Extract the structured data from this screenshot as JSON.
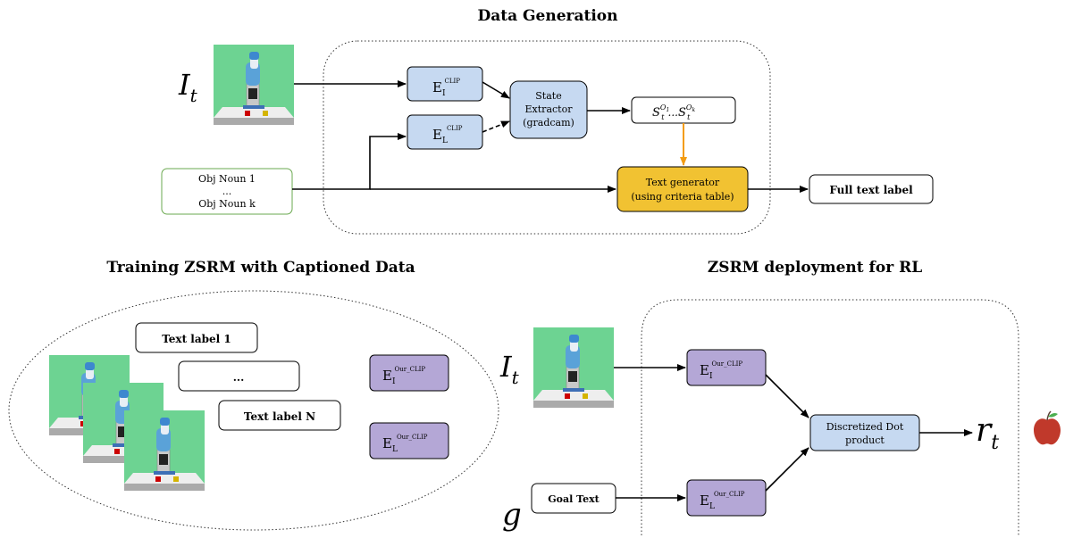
{
  "sections": {
    "data_generation": "Data Generation",
    "training": "Training ZSRM with Captioned Data",
    "deployment": "ZSRM deployment for RL"
  },
  "math": {
    "image_sym": "I",
    "time_sub": "t",
    "goal_sym": "g",
    "reward_sym": "r",
    "state_sym": "S",
    "state_sup_1": "O",
    "state_sup_1_idx": "1",
    "state_sup_k": "O",
    "state_sup_k_idx": "k",
    "ellipsis": "..."
  },
  "encoders": {
    "E": "E",
    "image_sub": "I",
    "lang_sub": "L",
    "clip": "CLIP",
    "our_clip": "Our_CLIP"
  },
  "nodes": {
    "state_extractor": [
      "State",
      "Extractor",
      "(gradcam)"
    ],
    "text_generator": [
      "Text generator",
      "(using criteria table)"
    ],
    "full_text_label": "Full text label",
    "obj_nouns": [
      "Obj Noun 1",
      "...",
      "Obj Noun k"
    ],
    "text_labels": [
      "Text label 1",
      "...",
      "Text label N"
    ],
    "dot_product": [
      "Discretized Dot",
      "product"
    ],
    "goal_text": "Goal Text"
  },
  "colors": {
    "clip_encoder": "#c6d9f1",
    "our_encoder": "#b4a7d6",
    "text_generator": "#f1c232",
    "orange_arrow": "#f39c12",
    "sim_background": "#6dd392",
    "obj_border": "#6aa84f"
  },
  "icons": {
    "robot_image": "robot-arm-sim-icon",
    "reward": "apple-icon"
  }
}
